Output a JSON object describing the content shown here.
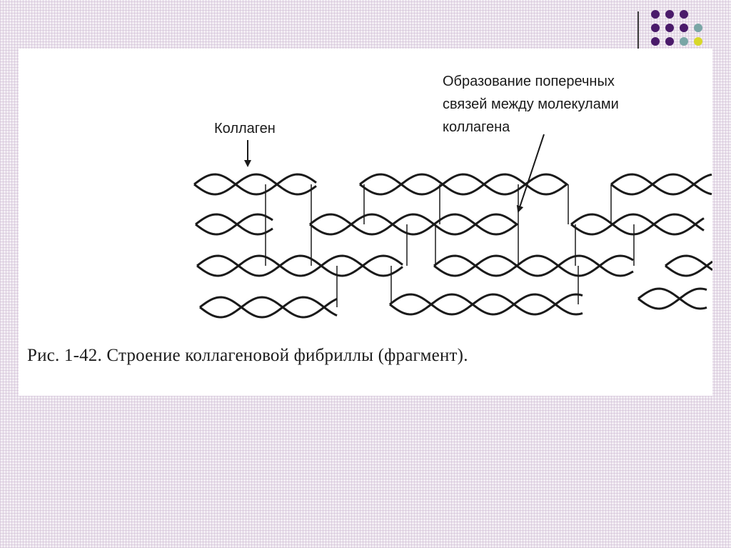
{
  "decoration": {
    "dot_colors": {
      "purple": "#4a1a6a",
      "teal": "#7aa6a6",
      "yellow": "#d8d82a"
    },
    "dot_grid": [
      [
        "purple",
        "purple",
        "purple",
        ""
      ],
      [
        "purple",
        "purple",
        "purple",
        "teal"
      ],
      [
        "purple",
        "purple",
        "teal",
        "yellow"
      ]
    ]
  },
  "diagram": {
    "label_collagen": "Коллаген",
    "label_crosslinks": [
      "Образование поперечных",
      "связей между молекулами",
      "коллагена"
    ],
    "line_color": "#1a1a1a"
  },
  "caption": "Рис. 1-42. Строение коллагеновой фибриллы (фрагмент)."
}
